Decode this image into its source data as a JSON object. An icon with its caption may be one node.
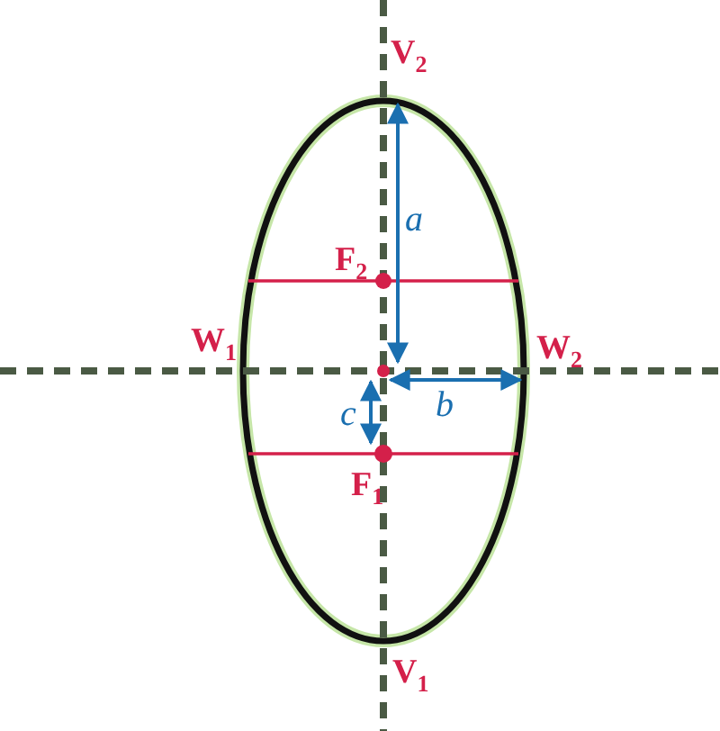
{
  "diagram": {
    "labels": [
      "V$_{2}$",
      "a",
      "F$_{2}$",
      "W$_{1}$",
      "W$_{2}$",
      "b",
      "c",
      "F$_{1}$",
      "V$_{1}$"
    ]
  }
}
